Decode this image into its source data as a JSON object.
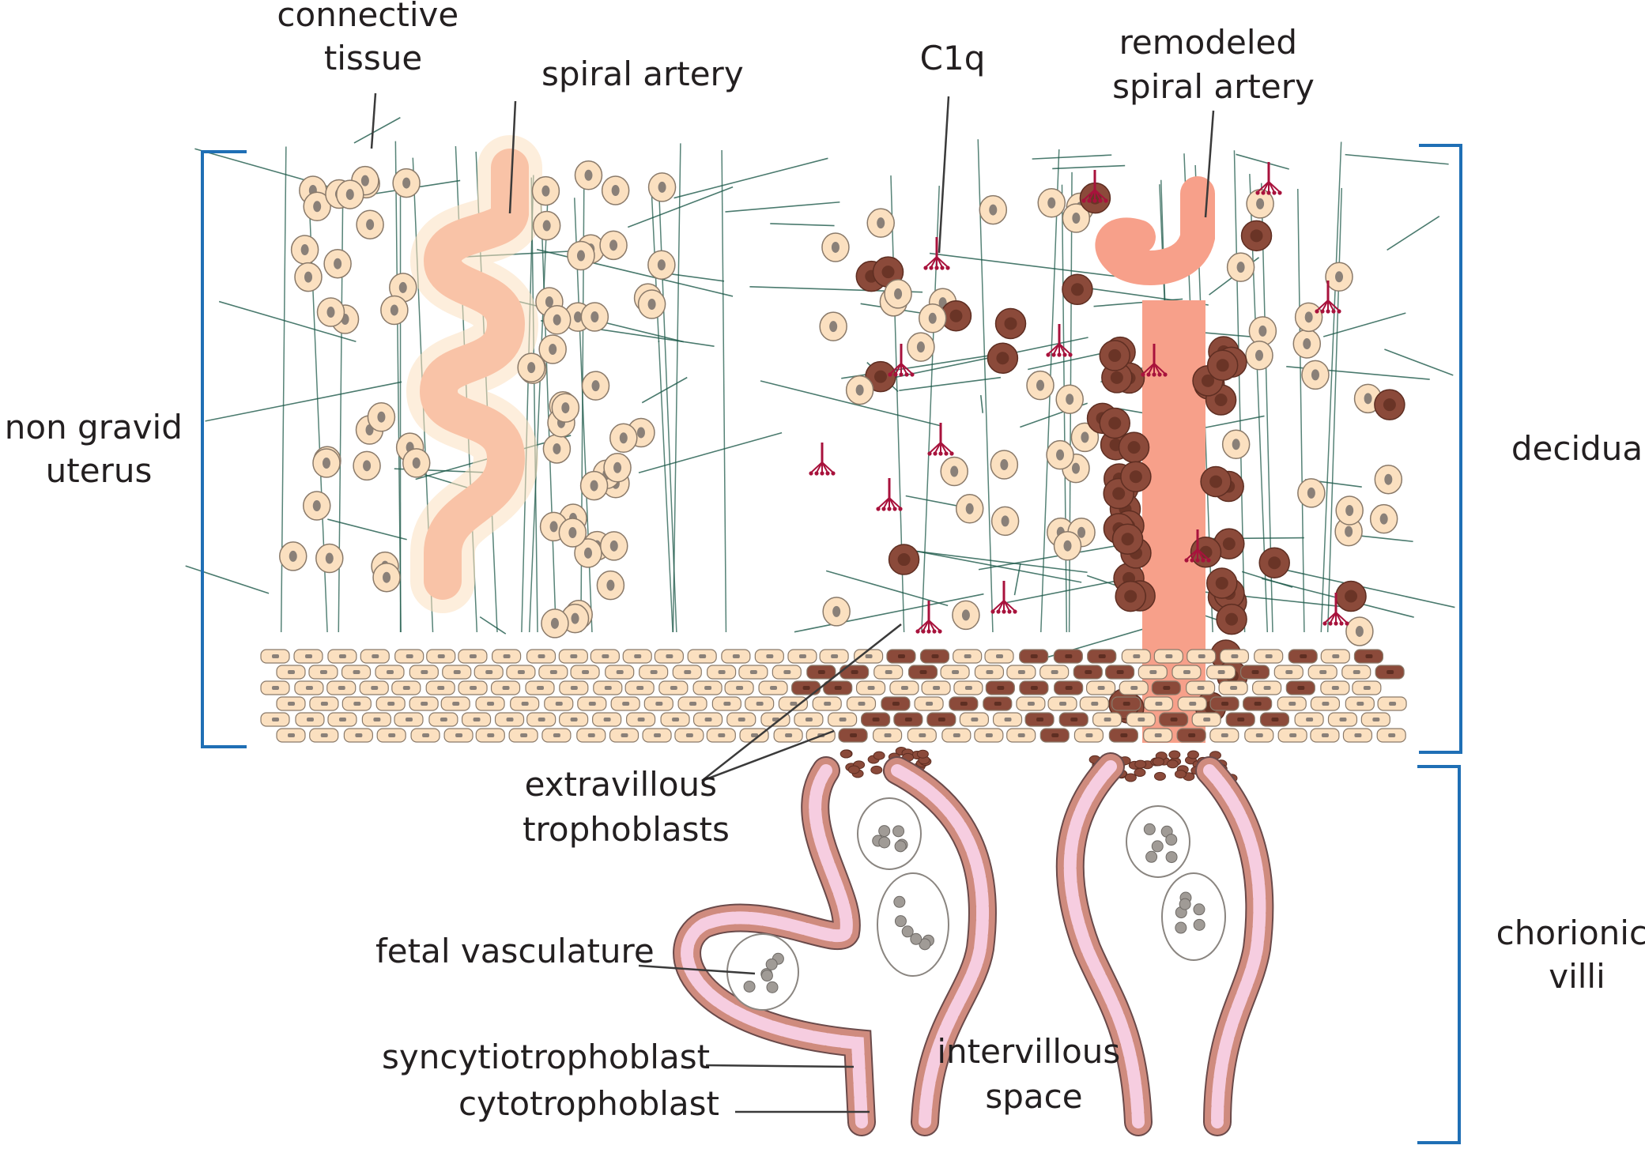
{
  "labels": {
    "connective_tissue": [
      "connective",
      "tissue"
    ],
    "spiral_artery": "spiral artery",
    "c1q": "C1q",
    "remodeled_spiral_artery": [
      "remodeled",
      "spiral artery"
    ],
    "non_gravid_uterus": [
      "non gravid",
      "uterus"
    ],
    "decidua": "decidua",
    "extravillous_trophoblasts": [
      "extravillous",
      "trophoblasts"
    ],
    "fetal_vasculature": "fetal vasculature",
    "syncytiotrophoblast": "syncytiotrophoblast",
    "cytotrophoblast": "cytotrophoblast",
    "intervillous_space": [
      "intervillous",
      "space"
    ],
    "chorionic_villi": [
      "chorionic",
      "villi"
    ]
  },
  "colors": {
    "bracket": "#1f6fb5",
    "fiber": "#1e5a4a",
    "stromal_cell": "#fbe0c0",
    "stromal_nucleus": "#8a8078",
    "decidual_cell": "#8b4a3a",
    "artery_lumen": "#f7a08a",
    "c1q": "#a8123c",
    "syncytio_cell": "#f6cde0",
    "cyto_cell": "#cf8b7e",
    "fetal_rbc": "#a09b96",
    "text": "#231f20"
  }
}
